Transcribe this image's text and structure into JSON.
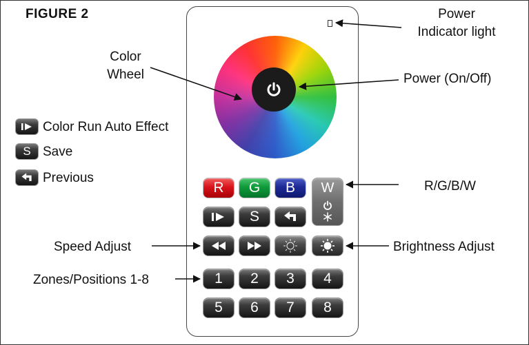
{
  "figure_title": "FIGURE 2",
  "labels": {
    "power_indicator_line1": "Power",
    "power_indicator_line2": "Indicator light",
    "color_wheel_line1": "Color",
    "color_wheel_line2": "Wheel",
    "power_on_off": "Power (On/Off)",
    "rgbw": "R/G/B/W",
    "speed_adjust": "Speed Adjust",
    "brightness_adjust": "Brightness Adjust",
    "zones": "Zones/Positions 1-8"
  },
  "legend": [
    {
      "icon": "play-pause-icon",
      "text": "Color Run Auto Effect"
    },
    {
      "icon": "s-key",
      "key_label": "S",
      "text": "Save"
    },
    {
      "icon": "return-arrow-icon",
      "text": "Previous"
    }
  ],
  "keys": {
    "r": "R",
    "g": "G",
    "b": "B",
    "w": "W",
    "s": "S",
    "zones": [
      "1",
      "2",
      "3",
      "4",
      "5",
      "6",
      "7",
      "8"
    ]
  },
  "colors": {
    "red_key": "#d8141a",
    "green_key": "#0f9a3a",
    "blue_key": "#1d2a96",
    "dark_key": "#1b1b1b"
  }
}
